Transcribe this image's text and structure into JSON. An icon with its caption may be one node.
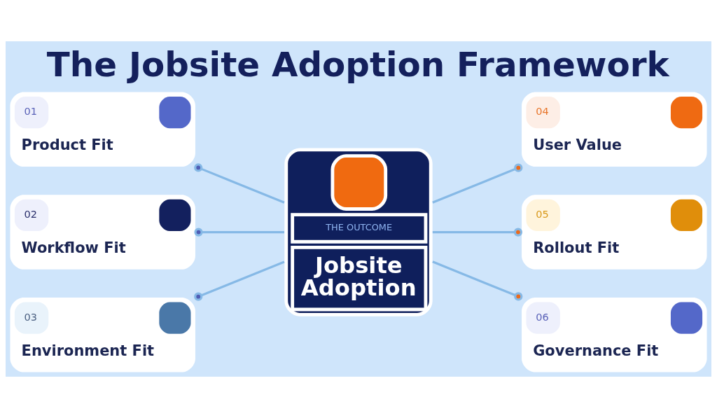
{
  "diagram": {
    "title": "The Jobsite Adoption Framework",
    "nodes": [
      {
        "text": [
          "01",
          "Product Fit"
        ]
      },
      {
        "text": [
          "02",
          "Workflow Fit"
        ]
      },
      {
        "text": [
          "03",
          "Environment Fit"
        ]
      },
      {
        "text": [
          "THE OUTCOME",
          "Jobsite Adoption"
        ]
      },
      {
        "text": [
          "04",
          "User Value"
        ]
      },
      {
        "text": [
          "05",
          "Rollout Fit"
        ]
      },
      {
        "text": [
          "06",
          "Governance Fit"
        ]
      }
    ],
    "edges": [
      {
        "from": 3,
        "to": 0,
        "arrow": "other"
      },
      {
        "from": 3,
        "to": 1,
        "arrow": "other"
      },
      {
        "from": 3,
        "to": 2,
        "arrow": "other"
      },
      {
        "from": 3,
        "to": 4,
        "arrow": "other"
      },
      {
        "from": 3,
        "to": 5,
        "arrow": "other"
      },
      {
        "from": 3,
        "to": 6,
        "arrow": "other"
      }
    ]
  }
}
